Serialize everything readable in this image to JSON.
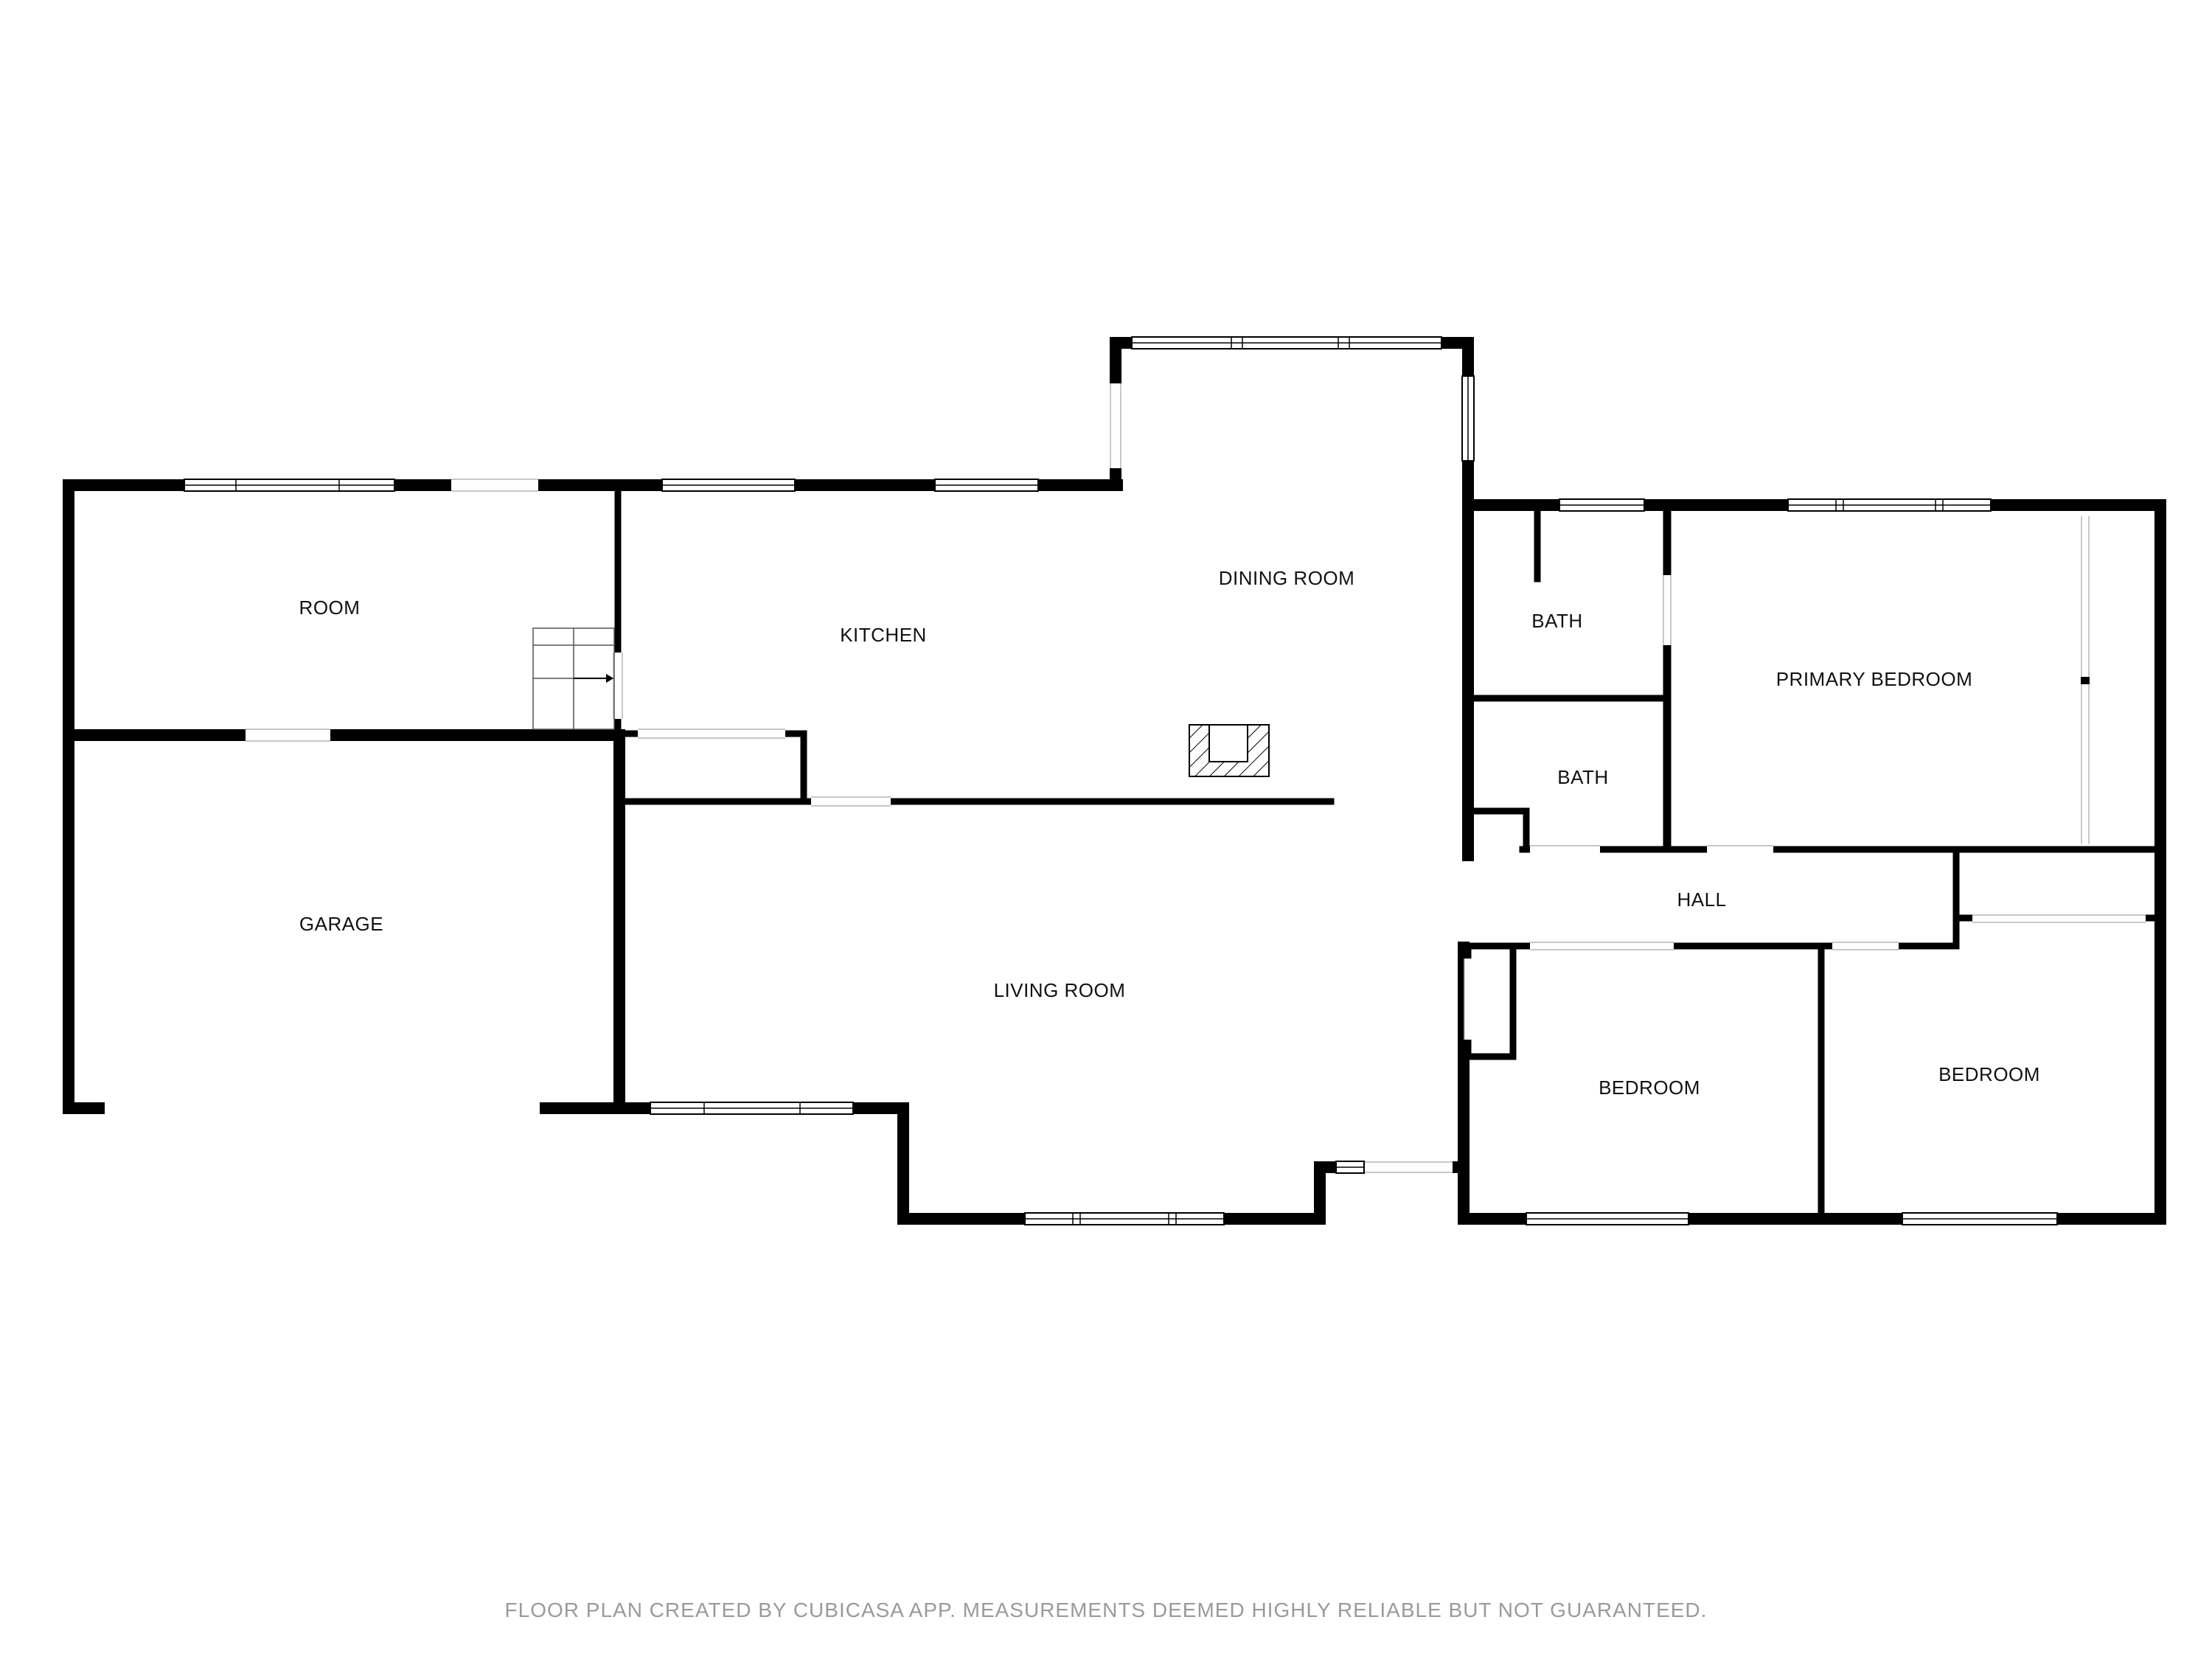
{
  "rooms": {
    "room": "ROOM",
    "kitchen": "KITCHEN",
    "dining_room": "DINING ROOM",
    "garage": "GARAGE",
    "living_room": "LIVING ROOM",
    "bath_upper": "BATH",
    "bath_lower": "BATH",
    "primary_bedroom": "PRIMARY BEDROOM",
    "hall": "HALL",
    "bedroom_left": "BEDROOM",
    "bedroom_right": "BEDROOM"
  },
  "footer": {
    "disclaimer": "FLOOR PLAN CREATED BY CUBICASA APP. MEASUREMENTS DEEMED HIGHLY RELIABLE BUT NOT GUARANTEED."
  },
  "colors": {
    "wall": "#000000",
    "background": "#ffffff",
    "footer_text": "#9a9a9a"
  }
}
